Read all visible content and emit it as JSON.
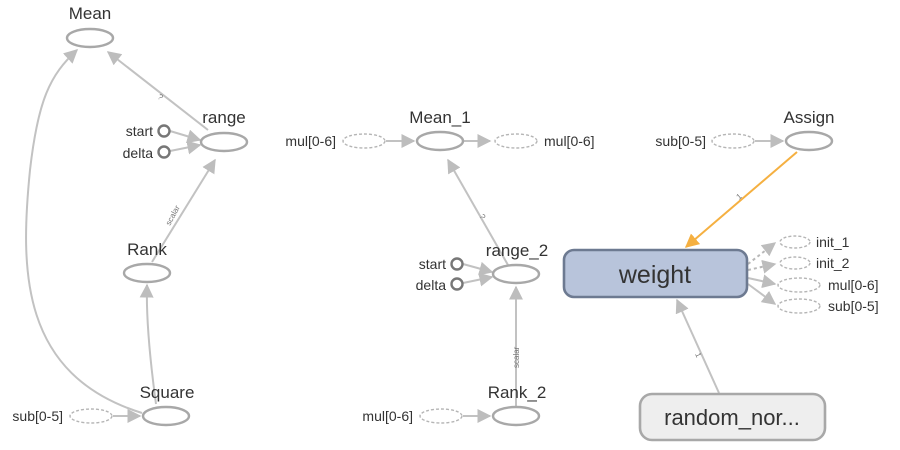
{
  "graph": {
    "nodes": {
      "mean": "Mean",
      "range": "range",
      "rank": "Rank",
      "square": "Square",
      "mean_1": "Mean_1",
      "range_2": "range_2",
      "rank_2": "Rank_2",
      "assign": "Assign",
      "weight": "weight",
      "random_normal": "random_nor..."
    },
    "constants": {
      "start": "start",
      "delta": "delta",
      "start_2": "start",
      "delta_2": "delta"
    },
    "stubs": {
      "square_input": "sub[0-5]",
      "mean_1_input": "mul[0-6]",
      "mean_1_output": "mul[0-6]",
      "rank_2_input": "mul[0-6]",
      "assign_input": "sub[0-5]",
      "weight_out_1": "init_1",
      "weight_out_2": "init_2",
      "weight_out_3": "mul[0-6]",
      "weight_out_4": "sub[0-5]"
    },
    "edge_labels": {
      "range_to_mean": "?",
      "rank_to_range": "scalar",
      "range2_to_mean1": "?",
      "rank2_to_range2": "scalar",
      "assign_to_weight": "1",
      "random_to_weight": "1"
    },
    "colors": {
      "variable_fill": "#b8c4db",
      "variable_stroke": "#6d7a91",
      "reference_edge": "#f5b041",
      "metanode_fill": "#eeeeee",
      "edge": "#c2c2c2"
    }
  }
}
